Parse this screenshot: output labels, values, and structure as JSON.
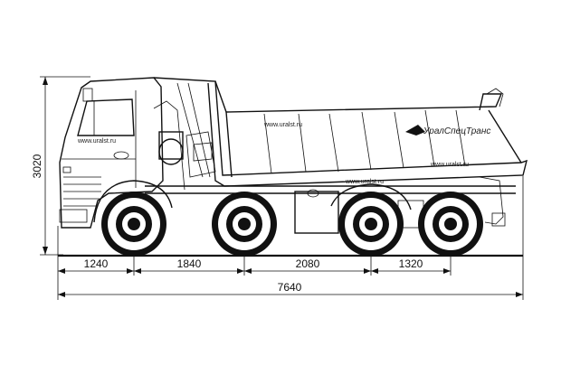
{
  "dimensions": {
    "overall_height": "3020",
    "axle_1_to_2": "1240",
    "axle_2_to_3": "1840",
    "axle_3_to_4": "2080",
    "axle_4_to_rear": "1320",
    "overall_length": "7640"
  },
  "branding": {
    "cab_website": "www.uralst.ru",
    "body_website_top": "www.uralst.ru",
    "body_website_bottom": "www.uralst.ru",
    "chassis_website": "www.uralst.ru",
    "company_logo_text": "УралСпецТранс"
  }
}
